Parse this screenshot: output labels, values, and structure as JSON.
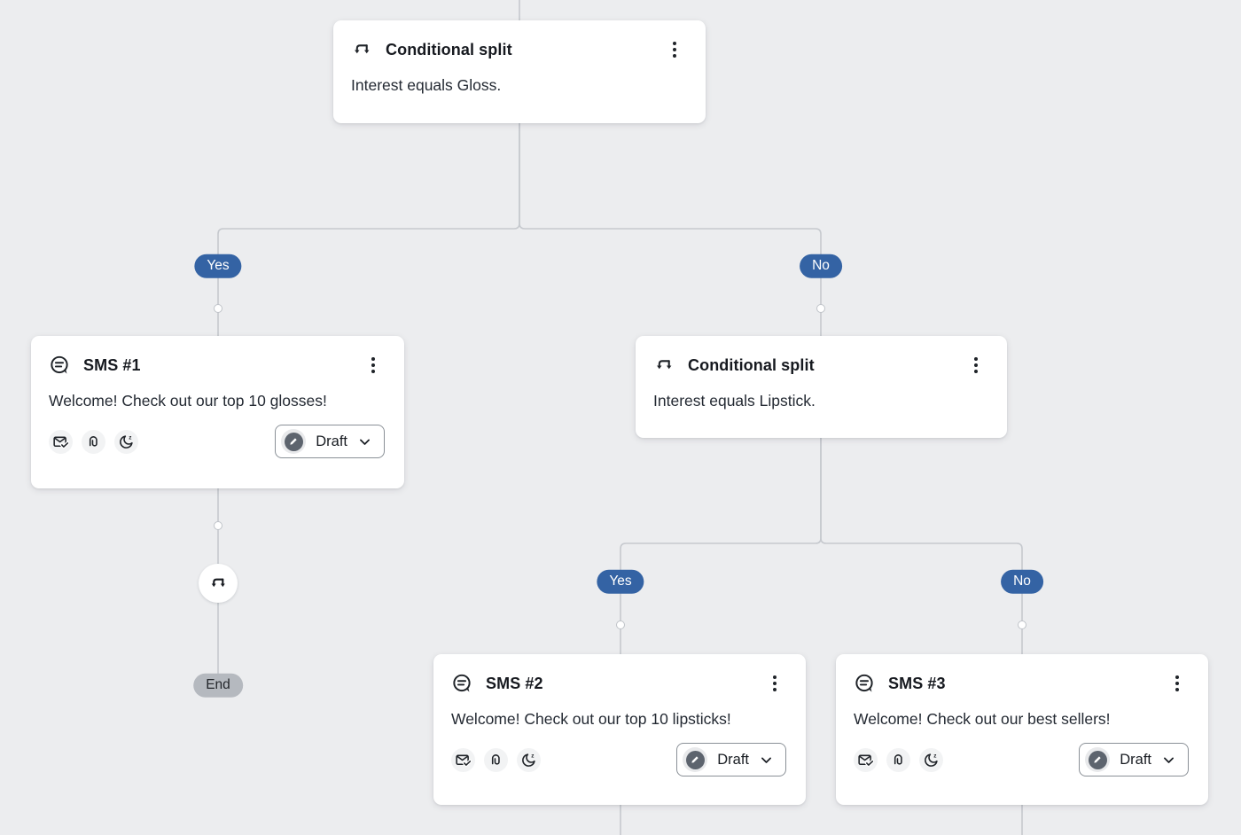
{
  "flow": {
    "split1": {
      "title": "Conditional split",
      "body": "Interest equals Gloss."
    },
    "split2": {
      "title": "Conditional split",
      "body": "Interest equals Lipstick."
    },
    "sms1": {
      "title": "SMS #1",
      "body": "Welcome! Check out our top 10 glosses!",
      "status": "Draft"
    },
    "sms2": {
      "title": "SMS #2",
      "body": "Welcome! Check out our top 10 lipsticks!",
      "status": "Draft"
    },
    "sms3": {
      "title": "SMS #3",
      "body": "Welcome! Check out our best sellers!",
      "status": "Draft"
    },
    "branch1": {
      "yes": "Yes",
      "no": "No"
    },
    "branch2": {
      "yes": "Yes",
      "no": "No"
    },
    "end_label": "End"
  },
  "icons": {
    "split": "split-arrows-icon",
    "sms": "chat-bubble-icon",
    "smart_sending": "envelope-check-icon",
    "tracking": "paperclip-icon",
    "quiet_hours": "moon-z-icon",
    "status": "pencil-icon",
    "menu": "kebab-menu-icon",
    "chevron": "chevron-down-icon"
  },
  "colors": {
    "background": "#ECEDEF",
    "connector_line": "#C6C9CE",
    "badge_blue": "#3463A4",
    "end_gray": "#B5B9BF",
    "card_white": "#FFFFFF",
    "icon_ink": "#1F2328"
  }
}
